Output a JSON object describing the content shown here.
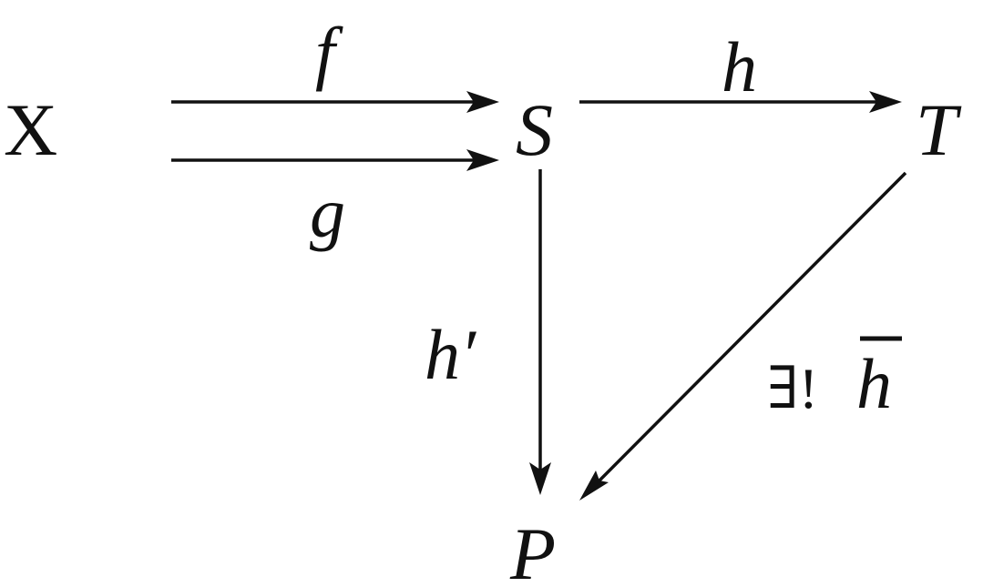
{
  "nodes": {
    "X": "X",
    "S": "S",
    "T": "T",
    "P": "P"
  },
  "labels": {
    "f": "f",
    "g": "g",
    "h": "h",
    "h_prime": "h′",
    "exists_unique_prefix": "∃!",
    "h_bar": "h"
  },
  "colors": {
    "ink": "#111111",
    "background": "#ffffff"
  }
}
